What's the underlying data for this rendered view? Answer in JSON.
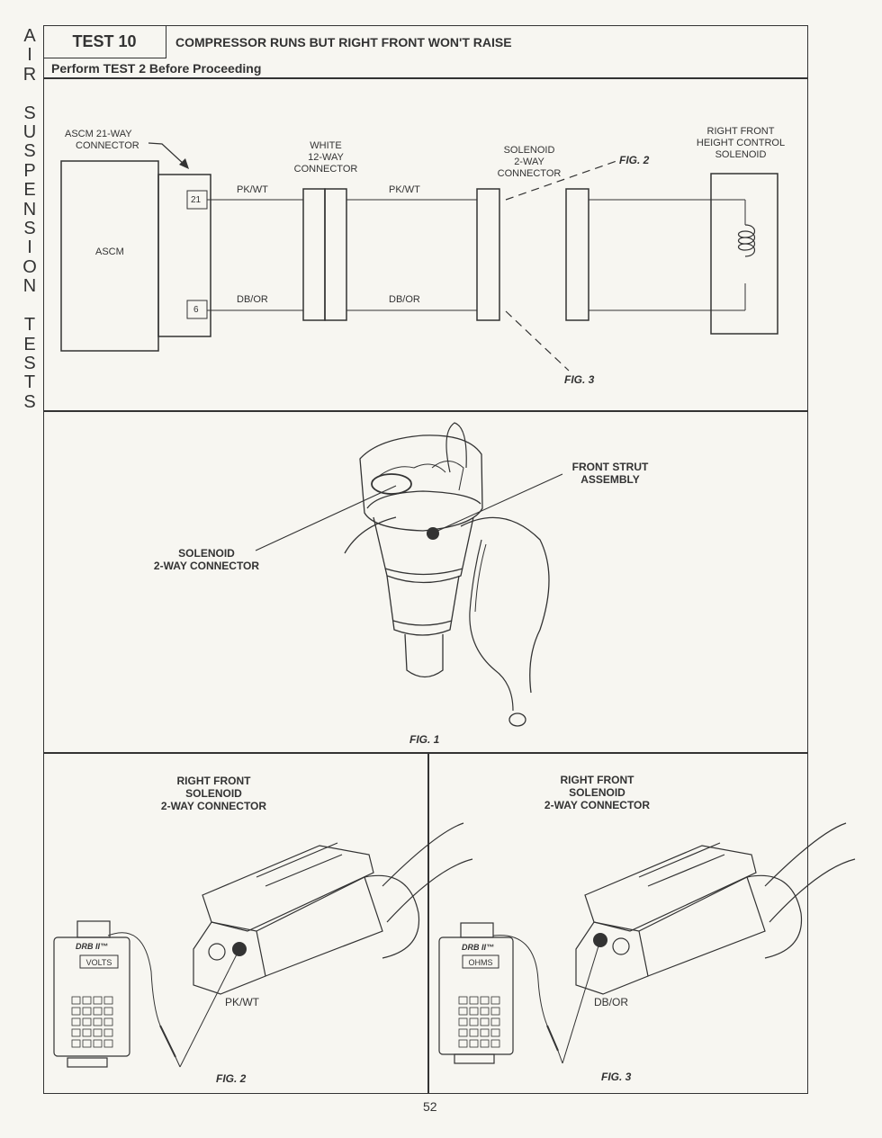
{
  "side_tab": [
    "A",
    "I",
    "R",
    "",
    "S",
    "U",
    "S",
    "P",
    "E",
    "N",
    "S",
    "I",
    "O",
    "N",
    "",
    "T",
    "E",
    "S",
    "T",
    "S"
  ],
  "header": {
    "test": "TEST 10",
    "title": "COMPRESSOR RUNS BUT RIGHT FRONT WON'T RAISE",
    "subtitle": "Perform TEST 2 Before Proceeding"
  },
  "wiring": {
    "ascm_connector_l1": "ASCM 21-WAY",
    "ascm_connector_l2": "CONNECTOR",
    "ascm": "ASCM",
    "pin_21": "21",
    "pin_6": "6",
    "white_l1": "WHITE",
    "white_l2": "12-WAY",
    "white_l3": "CONNECTOR",
    "wire_pkwt_1": "PK/WT",
    "wire_pkwt_2": "PK/WT",
    "wire_dbor_1": "DB/OR",
    "wire_dbor_2": "DB/OR",
    "solenoid_l1": "SOLENOID",
    "solenoid_l2": "2-WAY",
    "solenoid_l3": "CONNECTOR",
    "rf_l1": "RIGHT FRONT",
    "rf_l2": "HEIGHT CONTROL",
    "rf_l3": "SOLENOID",
    "fig2_ref": "FIG. 2",
    "fig3_ref": "FIG. 3"
  },
  "fig1": {
    "strut_l1": "FRONT STRUT",
    "strut_l2": "ASSEMBLY",
    "conn_l1": "SOLENOID",
    "conn_l2": "2-WAY CONNECTOR",
    "caption": "FIG. 1"
  },
  "fig2": {
    "title_l1": "RIGHT FRONT",
    "title_l2": "SOLENOID",
    "title_l3": "2-WAY CONNECTOR",
    "meter_brand": "DRB II™",
    "meter_display": "VOLTS",
    "wire": "PK/WT",
    "caption": "FIG. 2"
  },
  "fig3": {
    "title_l1": "RIGHT FRONT",
    "title_l2": "SOLENOID",
    "title_l3": "2-WAY CONNECTOR",
    "meter_brand": "DRB II™",
    "meter_display": "OHMS",
    "wire": "DB/OR",
    "caption": "FIG. 3"
  },
  "page_number": "52"
}
